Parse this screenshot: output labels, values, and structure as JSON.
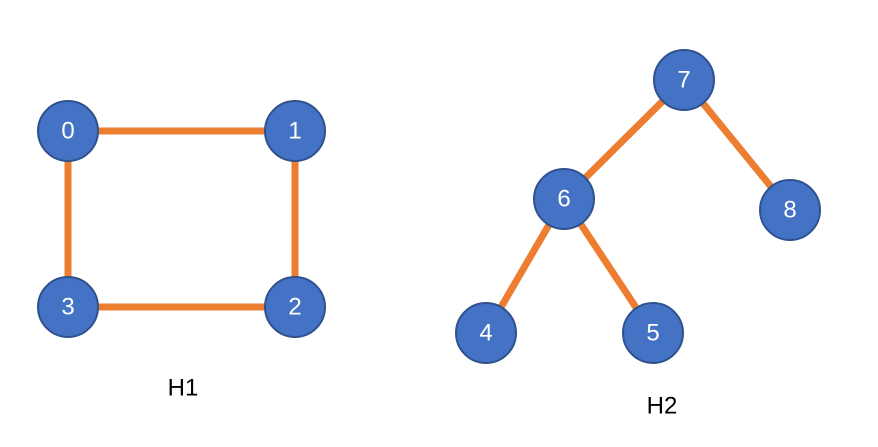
{
  "colors": {
    "edge": "#ED7D31",
    "node_fill": "#4472C4",
    "node_stroke": "#2F528F",
    "node_text": "#FFFFFF",
    "caption_text": "#000000"
  },
  "graphs": [
    {
      "caption": "H1",
      "nodes": [
        "0",
        "1",
        "2",
        "3"
      ],
      "edges": [
        [
          "0",
          "1"
        ],
        [
          "1",
          "2"
        ],
        [
          "2",
          "3"
        ],
        [
          "3",
          "0"
        ]
      ]
    },
    {
      "caption": "H2",
      "nodes": [
        "4",
        "5",
        "6",
        "7",
        "8"
      ],
      "edges": [
        [
          "7",
          "6"
        ],
        [
          "7",
          "8"
        ],
        [
          "6",
          "4"
        ],
        [
          "6",
          "5"
        ]
      ]
    }
  ]
}
